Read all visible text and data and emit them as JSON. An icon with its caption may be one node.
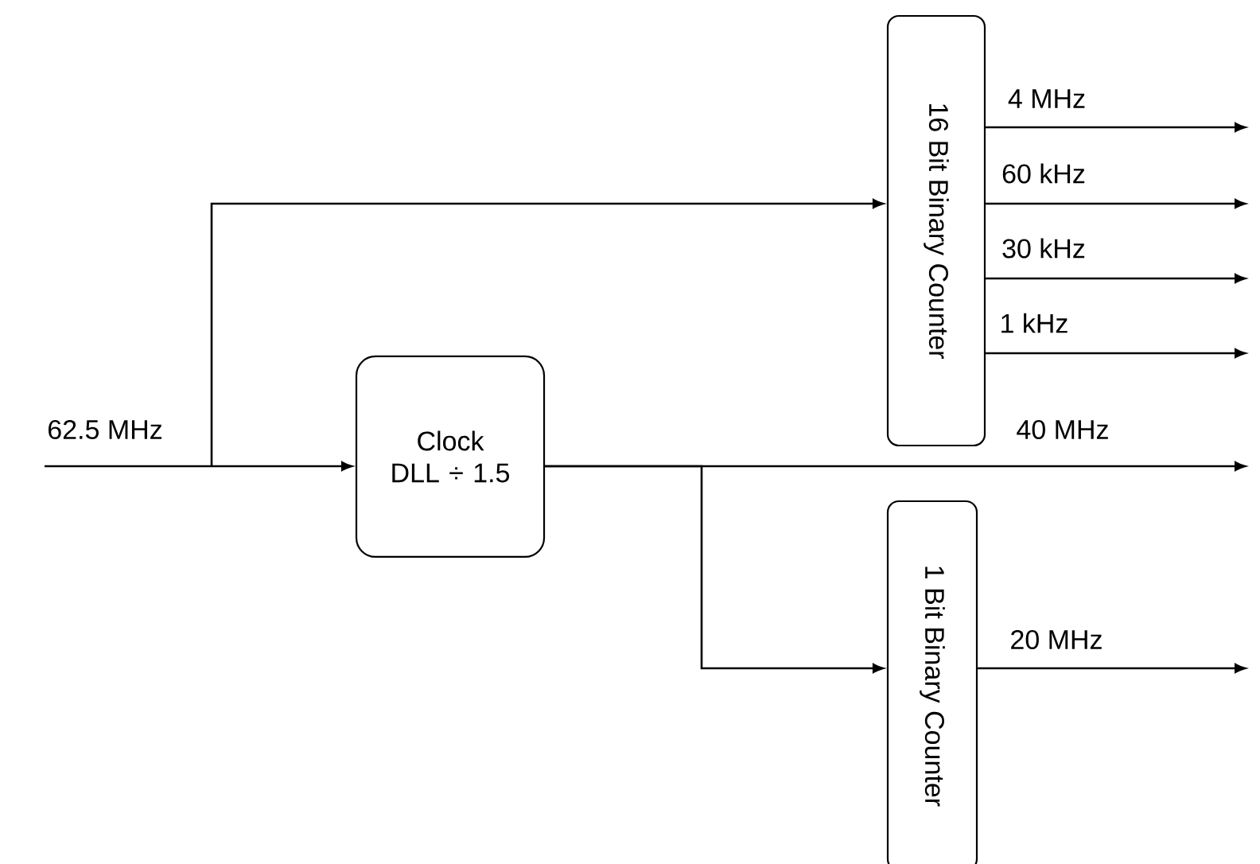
{
  "diagram": {
    "nodes": [
      {
        "text": [
          "Clock DLL ÷ 1.5"
        ]
      },
      {
        "text": [
          "16 Bit Binary Counter"
        ]
      },
      {
        "text": [
          "1 Bit Binary Counter"
        ]
      }
    ],
    "edges": [
      {
        "from": null,
        "to": 0,
        "arrow": "to",
        "label": "62.5 MHz"
      },
      {
        "from": null,
        "to": 1,
        "arrow": "to"
      },
      {
        "from": 1,
        "to": null,
        "arrow": "to",
        "label": "4 MHz"
      },
      {
        "from": 1,
        "to": null,
        "arrow": "to",
        "label": "60 kHz"
      },
      {
        "from": 1,
        "to": null,
        "arrow": "to",
        "label": "30 kHz"
      },
      {
        "from": 1,
        "to": null,
        "arrow": "to",
        "label": "1 kHz"
      },
      {
        "from": 0,
        "to": null,
        "arrow": "to",
        "label": "40 MHz"
      },
      {
        "from": 0,
        "to": 2,
        "arrow": "to"
      },
      {
        "from": 2,
        "to": null,
        "arrow": "to",
        "label": "20 MHz"
      }
    ]
  }
}
